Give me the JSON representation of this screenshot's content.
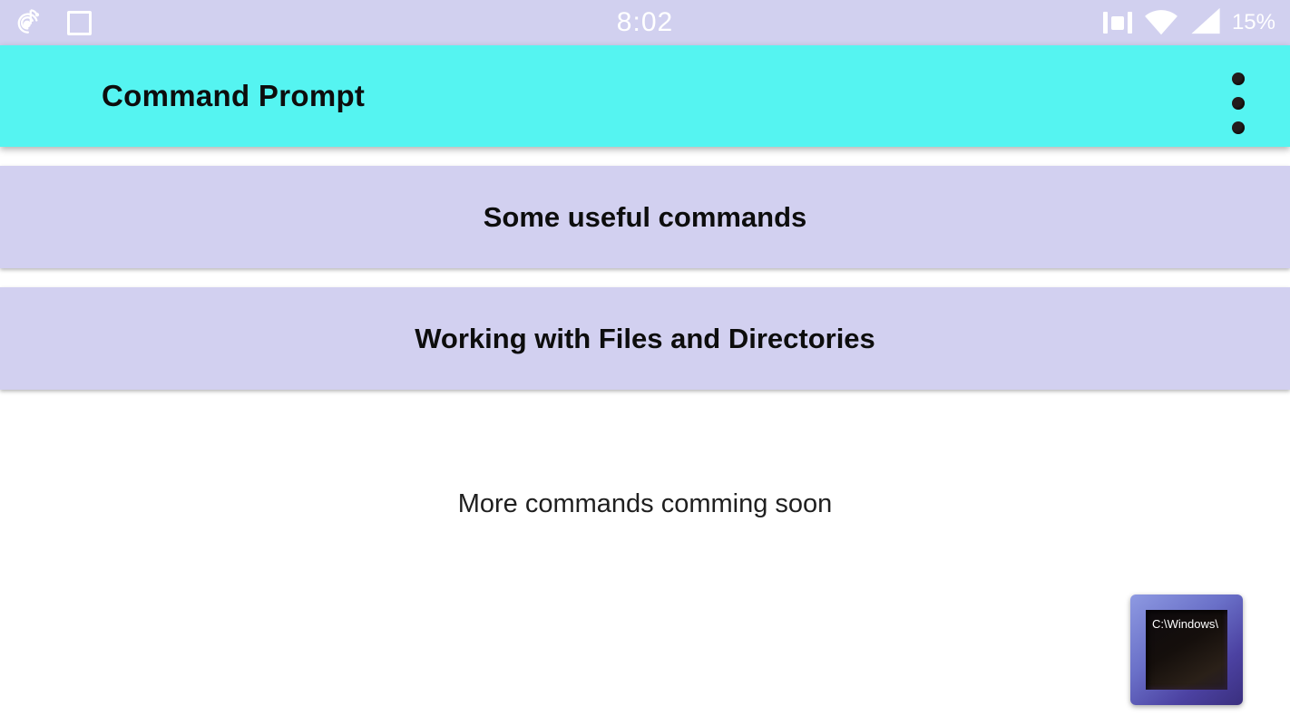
{
  "status_bar": {
    "time": "8:02",
    "battery_percent": "15%",
    "icons": [
      "music-notification-icon",
      "square-notification-icon",
      "vibrate-icon",
      "wifi-icon",
      "cellular-signal-icon"
    ]
  },
  "app_bar": {
    "title": "Command Prompt",
    "overflow_menu": "more-options"
  },
  "sections": [
    {
      "label": "Some useful commands"
    },
    {
      "label": "Working with Files and Directories"
    }
  ],
  "footer_note": "More commands comming soon",
  "cp_icon": {
    "screen_text": "C:\\Windows\\"
  },
  "colors": {
    "status_bar_bg": "#d1d0ef",
    "app_bar_bg": "#55f4f1",
    "card_bg": "#d2d0f0",
    "page_bg": "#ffffff",
    "title_text": "#0d0d0d",
    "note_text": "#1f1f1f",
    "dot_color": "#231c1c"
  }
}
